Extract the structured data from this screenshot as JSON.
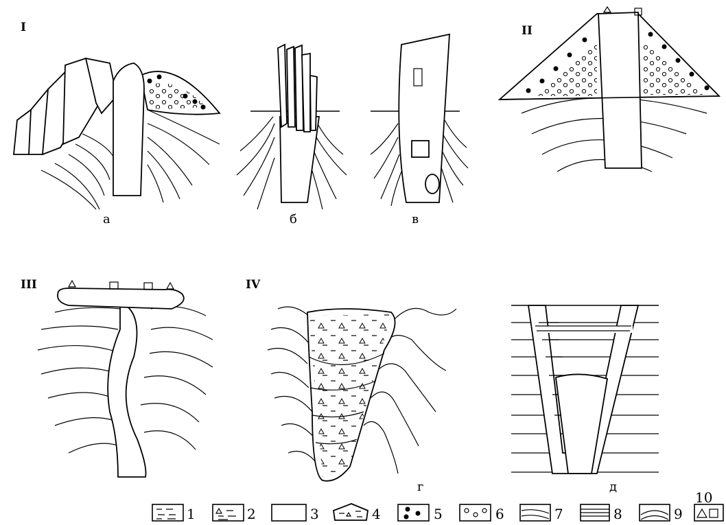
{
  "roman_labels": [
    "I",
    "II",
    "III",
    "IV"
  ],
  "panel_labels": [
    "а",
    "б",
    "в",
    "г",
    "д"
  ],
  "legend": [
    {
      "num": "1",
      "icon": "dashes-pattern-icon"
    },
    {
      "num": "2",
      "icon": "triangle-dashes-pattern-icon"
    },
    {
      "num": "3",
      "icon": "dots-pattern-icon"
    },
    {
      "num": "4",
      "icon": "block-fragment-icon"
    },
    {
      "num": "5",
      "icon": "filled-circles-icon"
    },
    {
      "num": "6",
      "icon": "open-circles-icon"
    },
    {
      "num": "7",
      "icon": "folded-layers-icon"
    },
    {
      "num": "8",
      "icon": "horizontal-layers-icon"
    },
    {
      "num": "9",
      "icon": "arched-layers-icon"
    },
    {
      "num": "10",
      "icon": "triangle-square-icon"
    }
  ]
}
